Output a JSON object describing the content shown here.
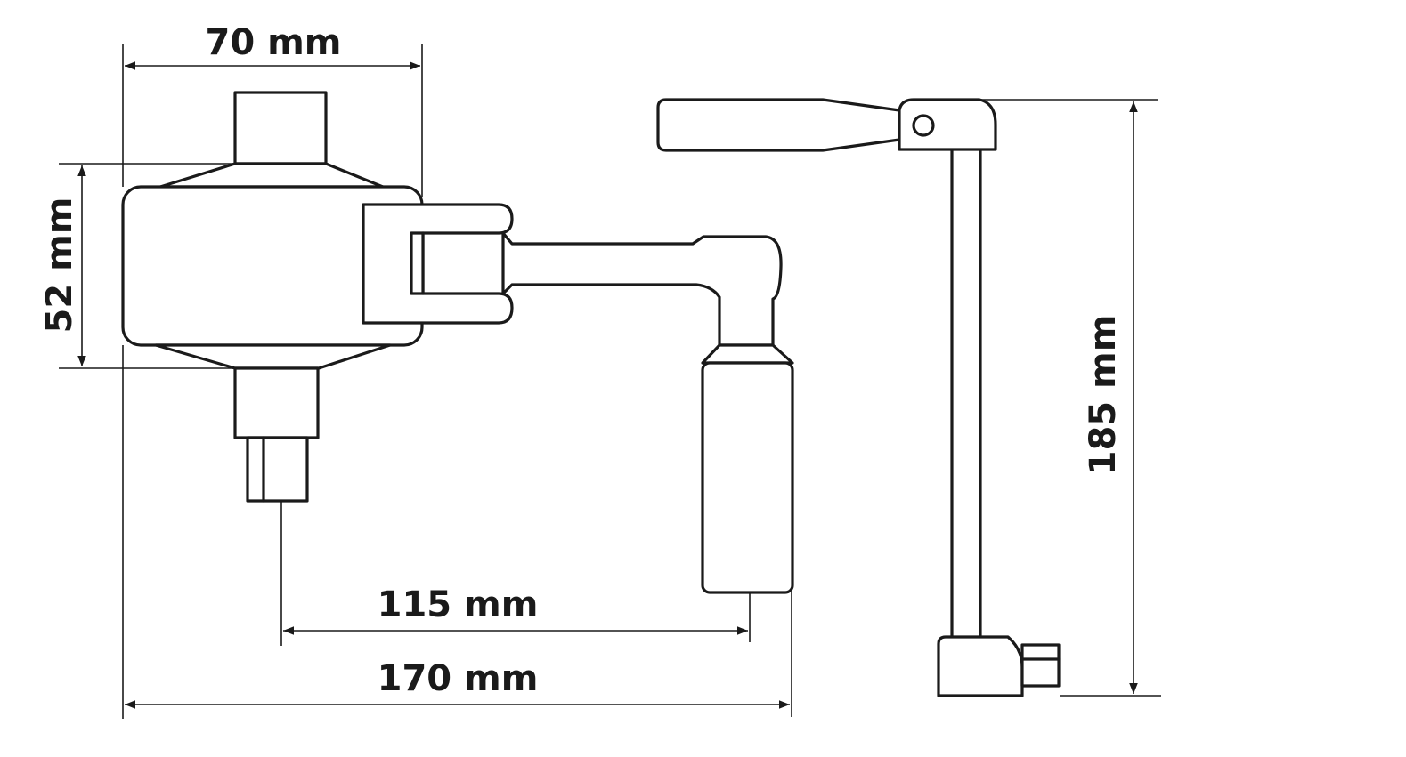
{
  "dimensions": {
    "width_top": "70 mm",
    "height_left": "52 mm",
    "reach": "115 mm",
    "overall_length": "170 mm",
    "handle_height": "185 mm"
  },
  "colors": {
    "line": "#1a1a1a",
    "background": "#ffffff"
  }
}
